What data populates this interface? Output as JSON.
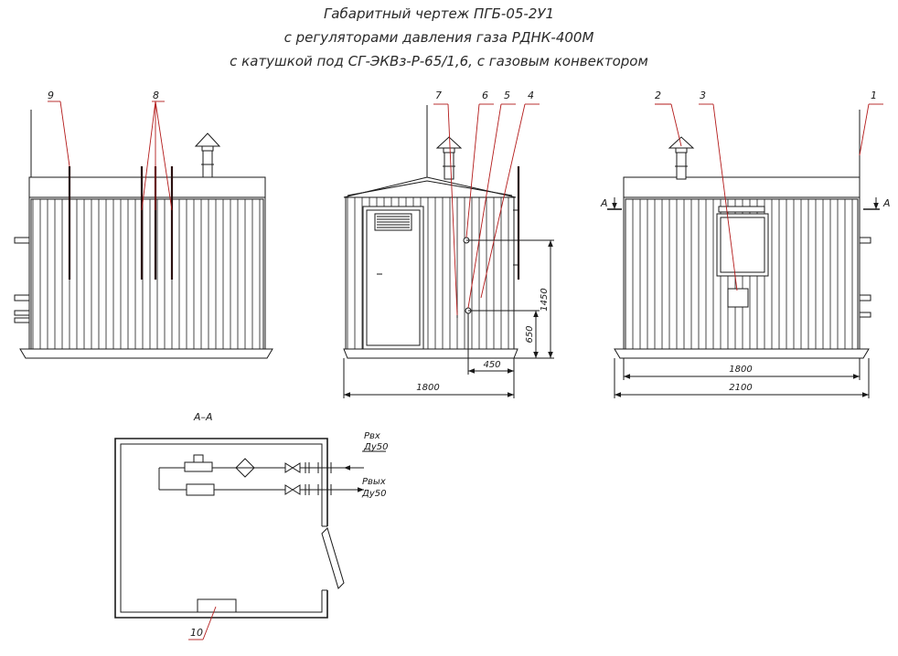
{
  "title": {
    "line1": "Габаритный чертеж ПГБ-05-2У1",
    "line2": "с регуляторами давления газа РДНК-400М",
    "line3": "с катушкой под СГ-ЭКВз-Р-65/1,6, с газовым конвектором"
  },
  "callouts": {
    "c1": "1",
    "c2": "2",
    "c3": "3",
    "c4": "4",
    "c5": "5",
    "c6": "6",
    "c7": "7",
    "c8": "8",
    "c9": "9",
    "c10": "10"
  },
  "section": {
    "label": "А–А",
    "mark": "А"
  },
  "dimensions": {
    "d1450": "1450",
    "d650": "650",
    "d450": "450",
    "d1800_front": "1800",
    "d1800_side": "1800",
    "d2100": "2100"
  },
  "pipes": {
    "inlet_p": "Рвх",
    "inlet_du": "Ду50",
    "outlet_p": "Рвых",
    "outlet_du": "Ду50"
  },
  "colors": {
    "ink": "#1a1a1a",
    "leader": "#b31a1a",
    "background": "#ffffff"
  }
}
